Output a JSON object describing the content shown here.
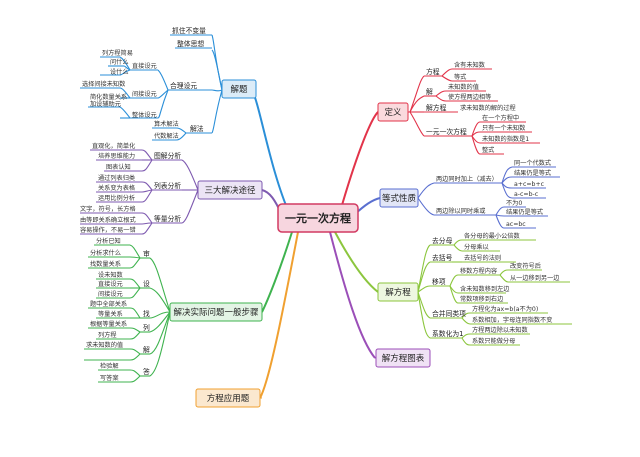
{
  "center": "一元一次方程",
  "colors": {
    "solve": "#2b8fd8",
    "three": "#7e5ab0",
    "practice": "#3fb34f",
    "apply": "#f0a030",
    "def": "#e2344a",
    "equal": "#5a6fd0",
    "solve2": "#8cc63e",
    "chart": "#9b4fb8",
    "center": "#d23a62"
  },
  "left": {
    "jieti": {
      "label": "解题",
      "subs": {
        "a": "抓住不变量",
        "b": "整体思想",
        "c": "合理设元",
        "d": "解法"
      },
      "c_items": [
        "列方程简易",
        "问什么",
        "设什么",
        "直接设元",
        "选择间接未知数",
        "间接设元",
        "简化数量关系",
        "加设辅助元",
        "整体设元"
      ],
      "d_items": [
        "算术解法",
        "代数解法"
      ]
    },
    "three": {
      "label": "三大解决途径",
      "subs": {
        "a": "图解分析",
        "b": "列表分析",
        "c": "等量分析"
      },
      "a_items": [
        "直观化，简单化",
        "培养思维能力",
        "图表认知"
      ],
      "b_items": [
        "通过列表归类",
        "关系变为表格",
        "运用比例分析"
      ],
      "c_items": [
        "文字，符号，长方格",
        "由等即关系确立根式",
        "容易操作，不易一错"
      ]
    },
    "practice": {
      "label": "解决实际问题一般步骤",
      "steps": [
        "审",
        "设",
        "找",
        "列",
        "解",
        "答"
      ],
      "items": [
        "分析已知",
        "分析求什么",
        "找数量关系",
        "设未知数",
        "直接设元",
        "间接设元",
        "题中全部关系",
        "等量关系",
        "根据等量关系",
        "列方程",
        "求未知数的值",
        "检验解",
        "写答案"
      ]
    },
    "apply": {
      "label": "方程应用题"
    }
  },
  "right": {
    "def": {
      "label": "定义",
      "subs": {
        "a": "方程",
        "b": "解",
        "c": "解方程",
        "d": "一元一次方程"
      },
      "a_items": [
        "含有未知数",
        "等式"
      ],
      "b_items": [
        "未知数的值",
        "使方程两边相等"
      ],
      "c_items": [
        "求未知数的解的过程"
      ],
      "d_items": [
        "在一个方程中",
        "只有一个未知数",
        "未知数的指数是1",
        "整式"
      ]
    },
    "equal": {
      "label": "等式性质",
      "subs": {
        "a": "两边同时加上（减去）",
        "b": "两边除以同时乘或"
      },
      "a_items": [
        "同一个代数式",
        "结果仍是等式",
        "a+c=b+c",
        "a-c=b-c"
      ],
      "b_items": [
        "不为0",
        "结果仍是等式",
        "ac=bc"
      ]
    },
    "solve": {
      "label": "解方程",
      "subs": {
        "a": "去分母",
        "b": "去括号",
        "c": "移项",
        "d": "合并同类项",
        "e": "系数化为1"
      },
      "a_items": [
        "各分母的最小公倍数",
        "分母乘以",
        "去括号的法则"
      ],
      "c_items": [
        "移数方程内容",
        "改变符号后",
        "从一边移到另一边",
        "含未知数移到左边",
        "常数项移到右边"
      ],
      "d_items": [
        "方程化为ax=b(a不为0)",
        "系数相加，字母连同指数不变"
      ],
      "e_items": [
        "方程两边除以未知数",
        "系数只能做分母"
      ]
    },
    "chart": {
      "label": "解方程图表"
    }
  }
}
